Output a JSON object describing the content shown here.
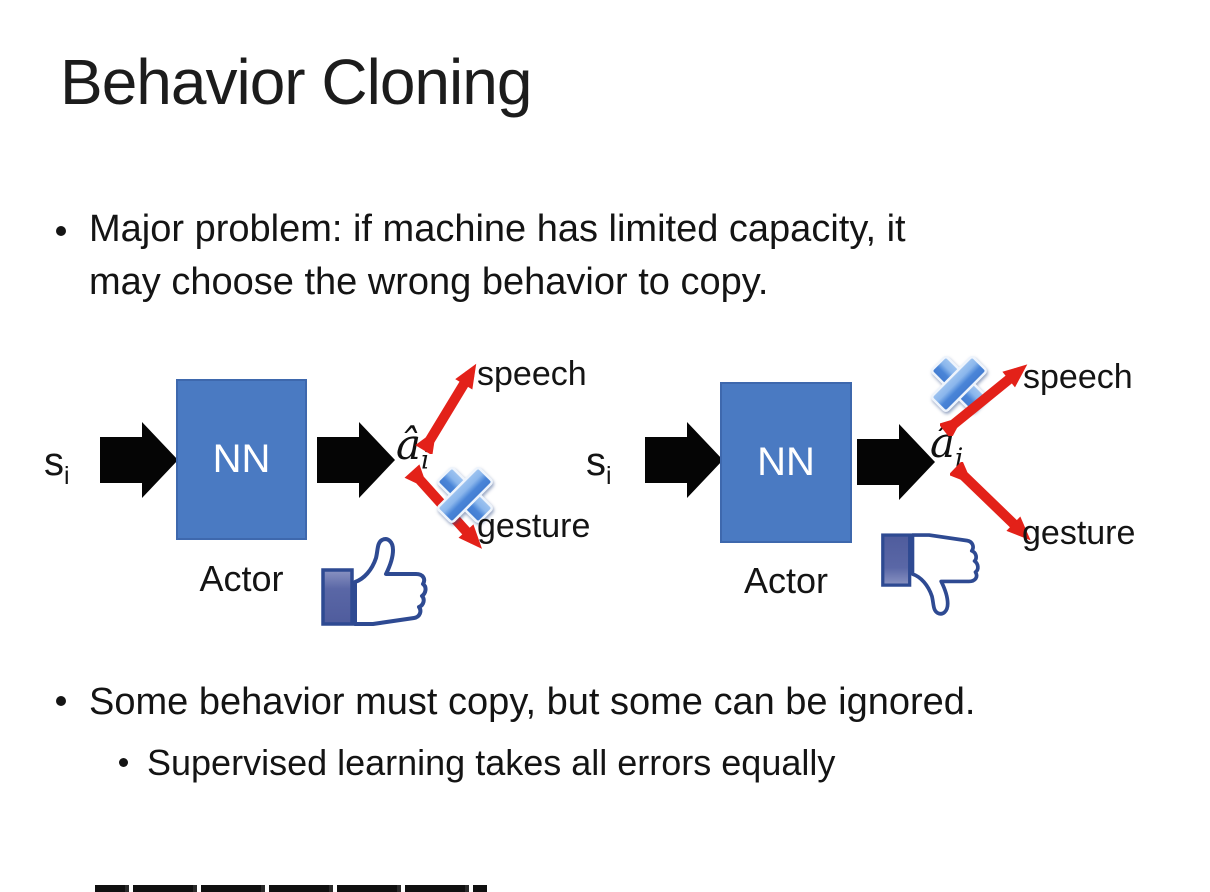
{
  "slide": {
    "title": "Behavior Cloning",
    "bullet1_line1": "Major problem: if machine has limited capacity, it",
    "bullet1_line2": "may choose the wrong behavior to copy.",
    "bullet2": "Some behavior must copy, but some can be ignored.",
    "bullet2_sub": "Supervised learning takes all errors equally"
  },
  "diagram_left": {
    "state_label": "s",
    "state_subscript": "i",
    "box_label": "NN",
    "actor_label": "Actor",
    "action_label": "â",
    "action_subscript": "i",
    "speech_label": "speech",
    "gesture_label": "gesture",
    "crossed_out_branch": "gesture",
    "feedback_icon": "thumbs-up-icon"
  },
  "diagram_right": {
    "state_label": "s",
    "state_subscript": "i",
    "box_label": "NN",
    "actor_label": "Actor",
    "action_label": "â",
    "action_subscript": "i",
    "speech_label": "speech",
    "gesture_label": "gesture",
    "crossed_out_branch": "speech",
    "feedback_icon": "thumbs-down-icon"
  },
  "colors": {
    "nn_box_blue": "#4a7ac2",
    "block_arrow_black": "#050505",
    "branch_arrow_red": "#e32119",
    "cross_blue_dark": "#2f63bb",
    "cross_blue_light": "#d9e9fa",
    "thumb_outline_navy": "#2e4a92",
    "thumb_cuff_blue": "#4f5c9d",
    "text_black": "#141414"
  }
}
